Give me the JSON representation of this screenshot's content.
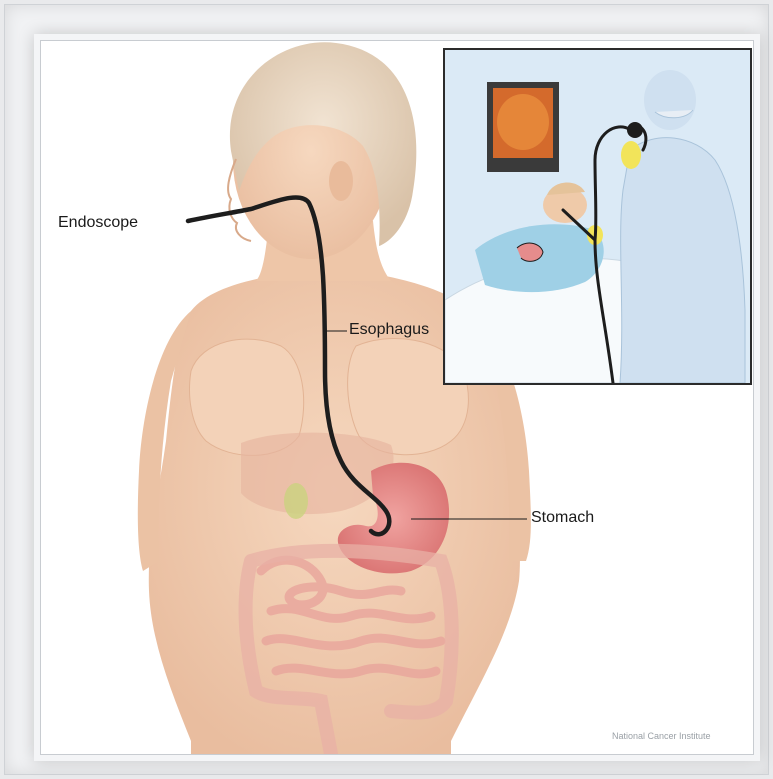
{
  "labels": {
    "endoscope": "Endoscope",
    "esophagus": "Esophagus",
    "stomach": "Stomach"
  },
  "credit": "National Cancer Institute",
  "colors": {
    "skin": "#f2cdb0",
    "skin_shadow": "#e2b394",
    "hair": "#e9d7c2",
    "stomach": "#e58c8c",
    "intestine": "#efb9b0",
    "scope": "#1d1d1d",
    "inset_bg": "#d7e8f5",
    "gown": "#cfe0f0"
  }
}
